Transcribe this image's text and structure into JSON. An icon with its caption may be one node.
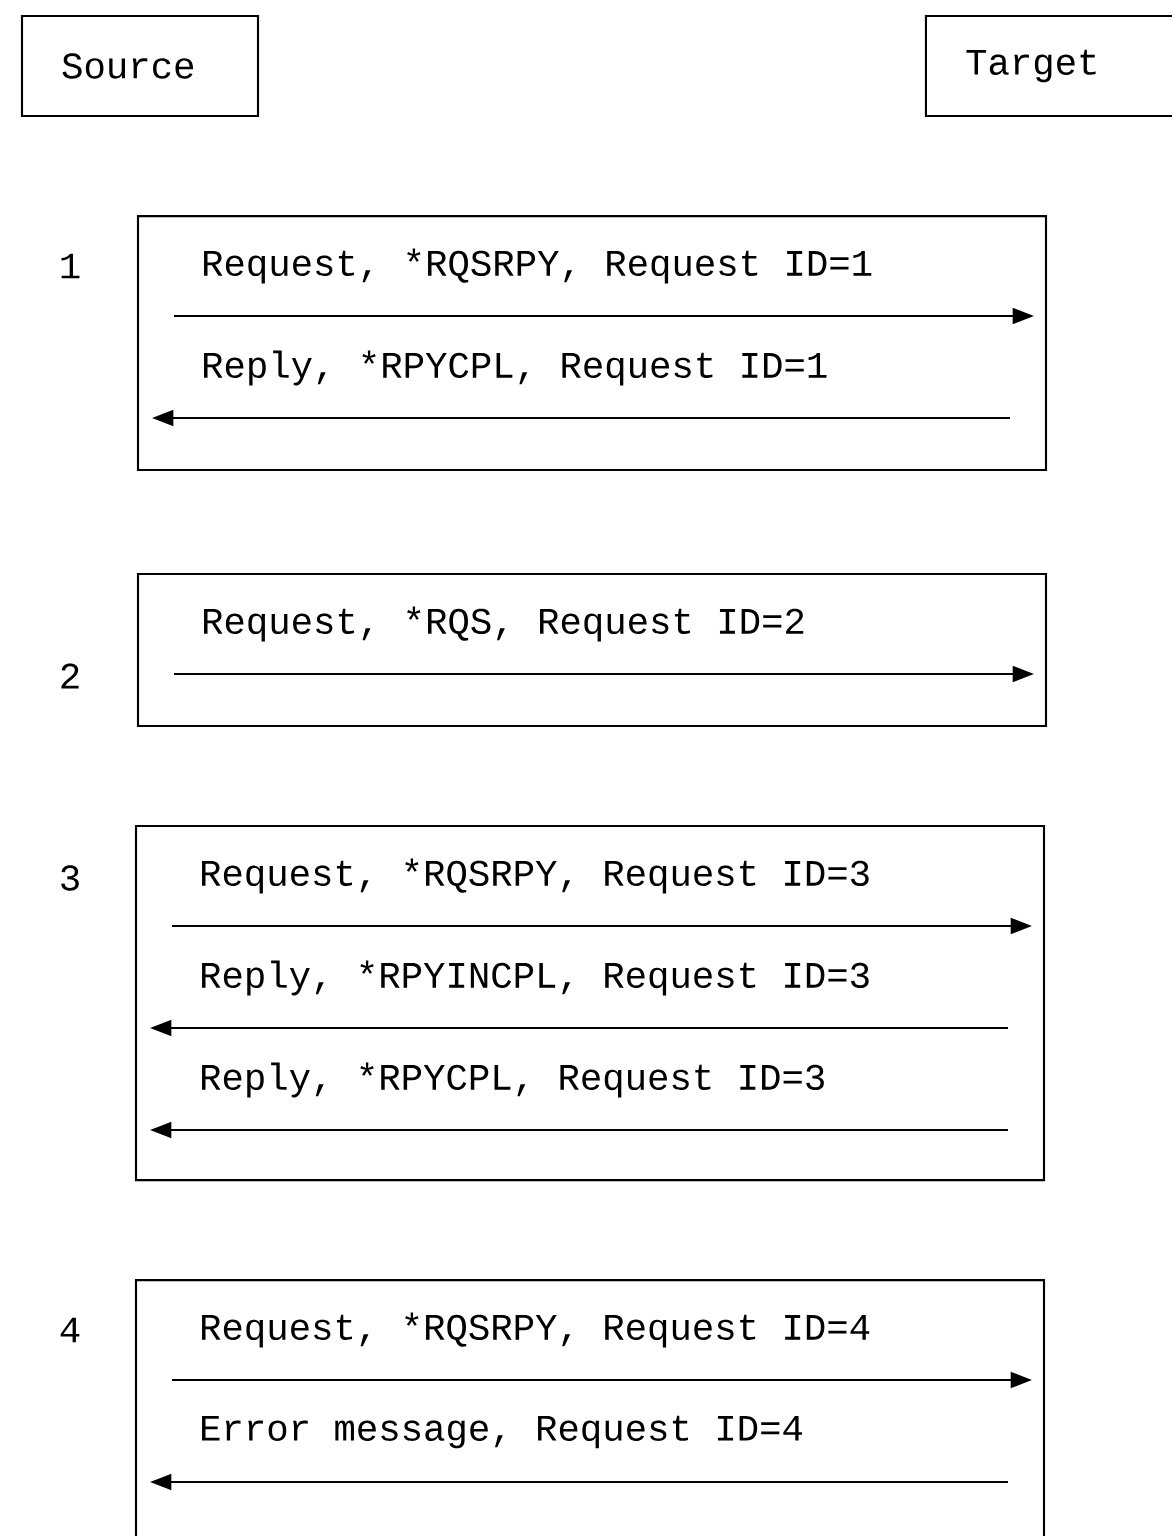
{
  "diagram": {
    "nodes": [
      {
        "text": [
          "Source"
        ]
      },
      {
        "text": [
          "Target"
        ]
      },
      {
        "text": [
          "Request, *RQSRPY, Request ID=1",
          "Reply, *RPYCPL, Request ID=1"
        ],
        "beside": [
          "1"
        ]
      },
      {
        "text": [
          "Request, *RQS, Request ID=2"
        ],
        "beside": [
          "2"
        ]
      },
      {
        "text": [
          "Request, *RQSRPY, Request ID=3",
          "Reply, *RPYINCPL, Request ID=3",
          "Reply, *RPYCPL, Request ID=3"
        ],
        "beside": [
          "3"
        ]
      },
      {
        "text": [
          "Request, *RQSRPY, Request ID=4",
          "Error message, Request ID=4"
        ],
        "beside": [
          "4"
        ]
      }
    ]
  }
}
